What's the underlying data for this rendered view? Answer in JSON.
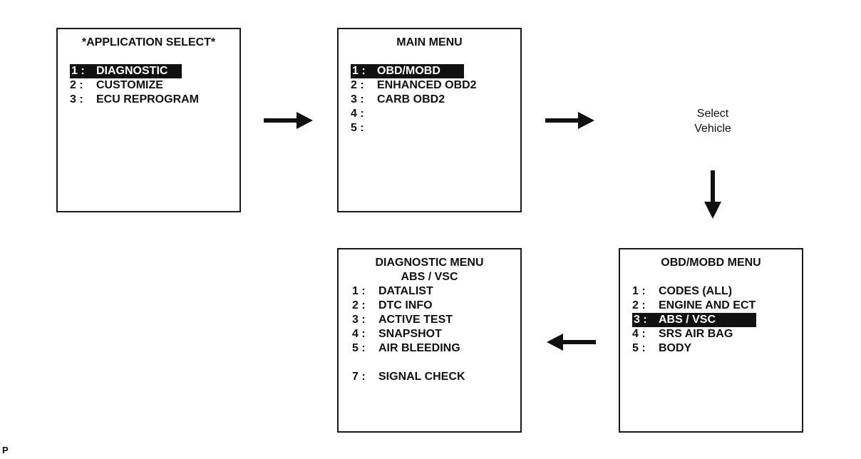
{
  "screens": {
    "application_select": {
      "title": "*APPLICATION SELECT*",
      "items": [
        {
          "num": "1 :",
          "label": "DIAGNOSTIC"
        },
        {
          "num": "2 :",
          "label": "CUSTOMIZE"
        },
        {
          "num": "3 :",
          "label": "ECU REPROGRAM"
        }
      ],
      "selected_index": 0
    },
    "main_menu": {
      "title": "MAIN MENU",
      "items": [
        {
          "num": "1 :",
          "label": "OBD/MOBD"
        },
        {
          "num": "2 :",
          "label": "ENHANCED OBD2"
        },
        {
          "num": "3 :",
          "label": "CARB OBD2"
        },
        {
          "num": "4 :",
          "label": ""
        },
        {
          "num": "5 :",
          "label": ""
        }
      ],
      "selected_index": 0
    },
    "obd_mobd_menu": {
      "title": "OBD/MOBD MENU",
      "items": [
        {
          "num": "1 :",
          "label": "CODES (ALL)"
        },
        {
          "num": "2 :",
          "label": "ENGINE AND ECT"
        },
        {
          "num": "3 :",
          "label": "ABS / VSC"
        },
        {
          "num": "4 :",
          "label": "SRS AIR BAG"
        },
        {
          "num": "5 :",
          "label": "BODY"
        }
      ],
      "selected_index": 2
    },
    "diagnostic_menu": {
      "title_line1": "DIAGNOSTIC MENU",
      "title_line2": "ABS / VSC",
      "items": [
        {
          "num": "1 :",
          "label": "DATALIST"
        },
        {
          "num": "2 :",
          "label": "DTC INFO"
        },
        {
          "num": "3 :",
          "label": "ACTIVE TEST"
        },
        {
          "num": "4 :",
          "label": "SNAPSHOT"
        },
        {
          "num": "5 :",
          "label": "AIR BLEEDING"
        }
      ],
      "extra_item": {
        "num": "7 :",
        "label": "SIGNAL CHECK"
      }
    }
  },
  "select_vehicle": {
    "line1": "Select",
    "line2": "Vehicle"
  },
  "corner_label": "P",
  "colors": {
    "line": "#1a1a1a",
    "highlight_bg": "#111111",
    "highlight_fg": "#ffffff"
  }
}
